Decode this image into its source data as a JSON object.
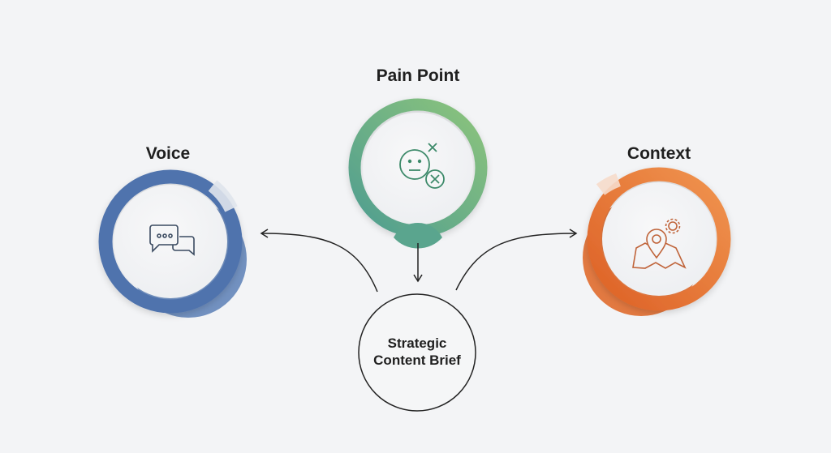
{
  "nodes": {
    "pain_point": {
      "label": "Pain Point",
      "icon": "neutral-face-with-x-icon",
      "color": "#5aa58e",
      "color_end": "#86c07a"
    },
    "voice": {
      "label": "Voice",
      "icon": "chat-bubbles-icon",
      "color": "#4f73ad"
    },
    "context": {
      "label": "Context",
      "icon": "map-pin-gear-icon",
      "color": "#e8793d"
    },
    "center": {
      "line1": "Strategic",
      "line2": "Content Brief"
    }
  }
}
